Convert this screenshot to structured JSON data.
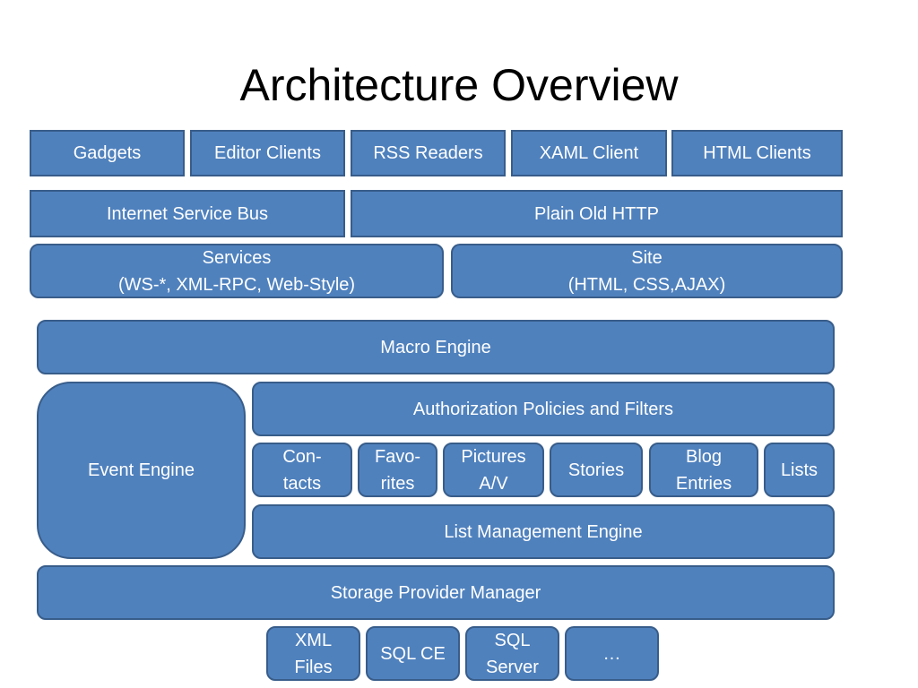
{
  "title": "Architecture Overview",
  "diagram": {
    "clients": {
      "gadgets": "Gadgets",
      "editor_clients": "Editor Clients",
      "rss_readers": "RSS Readers",
      "xaml_client": "XAML Client",
      "html_clients": "HTML Clients"
    },
    "transport": {
      "internet_service_bus": "Internet Service Bus",
      "plain_old_http": "Plain Old HTTP"
    },
    "services": {
      "line1": "Services",
      "line2": "(WS-*, XML-RPC, Web-Style)"
    },
    "site": {
      "line1": "Site",
      "line2": "(HTML, CSS,AJAX)"
    },
    "macro_engine": "Macro Engine",
    "event_engine": "Event Engine",
    "authorization": "Authorization Policies and Filters",
    "lists": {
      "contacts": [
        "Con-",
        "tacts"
      ],
      "favorites": [
        "Favo-",
        "rites"
      ],
      "pictures": [
        "Pictures",
        "A/V"
      ],
      "stories": "Stories",
      "blog_entries": [
        "Blog",
        "Entries"
      ],
      "lists": "Lists"
    },
    "list_management_engine": "List Management Engine",
    "storage_provider_manager": "Storage Provider Manager",
    "storage": {
      "xml_files": [
        "XML",
        "Files"
      ],
      "sql_ce": "SQL CE",
      "sql_server": [
        "SQL",
        "Server"
      ],
      "more": "…"
    }
  },
  "colors": {
    "box_fill": "#4f81bd",
    "box_border": "#385d8a",
    "box_text": "#ffffff",
    "title_text": "#000000"
  }
}
